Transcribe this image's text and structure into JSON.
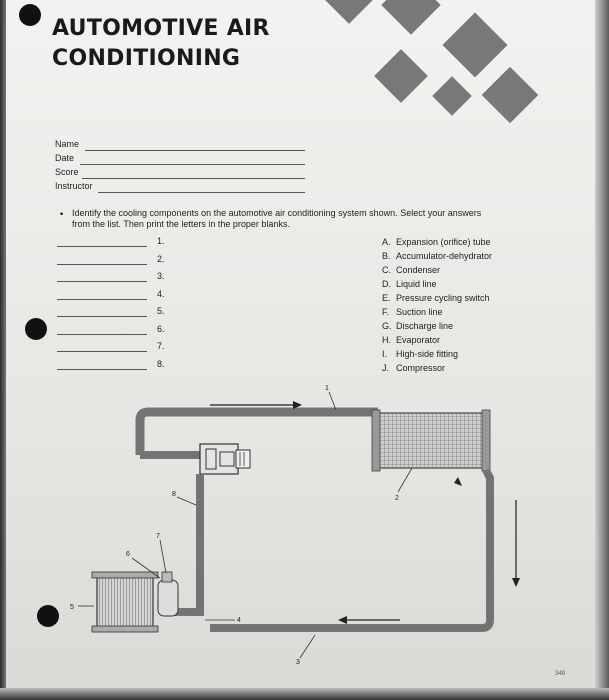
{
  "header": {
    "title_line1": "AUTOMOTIVE AIR",
    "title_line2": "CONDITIONING"
  },
  "form": {
    "name_label": "Name",
    "date_label": "Date",
    "score_label": "Score",
    "instructor_label": "Instructor"
  },
  "instruction": {
    "line1": "Identify the cooling components on the automotive air conditioning system shown. Select your answers",
    "line2": "from the list. Then print the letters in the proper blanks."
  },
  "blanks": [
    "1.",
    "2.",
    "3.",
    "4.",
    "5.",
    "6.",
    "7.",
    "8."
  ],
  "answers": [
    {
      "letter": "A.",
      "text": "Expansion (orifice) tube"
    },
    {
      "letter": "B.",
      "text": "Accumulator-dehydrator"
    },
    {
      "letter": "C.",
      "text": "Condenser"
    },
    {
      "letter": "D.",
      "text": "Liquid line"
    },
    {
      "letter": "E.",
      "text": "Pressure cycling switch"
    },
    {
      "letter": "F.",
      "text": "Suction line"
    },
    {
      "letter": "G.",
      "text": "Discharge line"
    },
    {
      "letter": "H.",
      "text": "Evaporator"
    },
    {
      "letter": "I.",
      "text": "High-side fitting"
    },
    {
      "letter": "J.",
      "text": "Compressor"
    }
  ],
  "diagram": {
    "label_1": "1",
    "label_2": "2",
    "label_3": "3",
    "label_4": "4",
    "label_5": "5",
    "label_6": "6",
    "label_7": "7",
    "label_8": "8"
  },
  "footer": {
    "page_number": "349"
  }
}
